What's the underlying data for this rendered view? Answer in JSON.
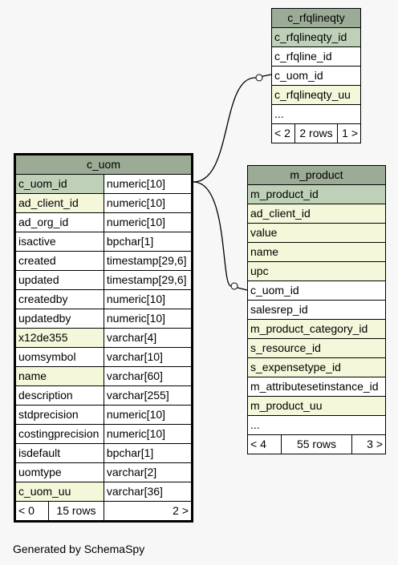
{
  "tables": {
    "c_uom": {
      "name": "c_uom",
      "columns": [
        {
          "name": "c_uom_id",
          "type": "numeric[10]",
          "style": "pk"
        },
        {
          "name": "ad_client_id",
          "type": "numeric[10]",
          "style": "idx"
        },
        {
          "name": "ad_org_id",
          "type": "numeric[10]",
          "style": ""
        },
        {
          "name": "isactive",
          "type": "bpchar[1]",
          "style": ""
        },
        {
          "name": "created",
          "type": "timestamp[29,6]",
          "style": ""
        },
        {
          "name": "updated",
          "type": "timestamp[29,6]",
          "style": ""
        },
        {
          "name": "createdby",
          "type": "numeric[10]",
          "style": ""
        },
        {
          "name": "updatedby",
          "type": "numeric[10]",
          "style": ""
        },
        {
          "name": "x12de355",
          "type": "varchar[4]",
          "style": "idx"
        },
        {
          "name": "uomsymbol",
          "type": "varchar[10]",
          "style": ""
        },
        {
          "name": "name",
          "type": "varchar[60]",
          "style": "idx"
        },
        {
          "name": "description",
          "type": "varchar[255]",
          "style": ""
        },
        {
          "name": "stdprecision",
          "type": "numeric[10]",
          "style": ""
        },
        {
          "name": "costingprecision",
          "type": "numeric[10]",
          "style": ""
        },
        {
          "name": "isdefault",
          "type": "bpchar[1]",
          "style": ""
        },
        {
          "name": "uomtype",
          "type": "varchar[2]",
          "style": ""
        },
        {
          "name": "c_uom_uu",
          "type": "varchar[36]",
          "style": "idx"
        }
      ],
      "footer": {
        "parents": "< 0",
        "rows": "15 rows",
        "children": "2 >"
      }
    },
    "c_rfqlineqty": {
      "name": "c_rfqlineqty",
      "columns": [
        {
          "name": "c_rfqlineqty_id",
          "style": "pk"
        },
        {
          "name": "c_rfqline_id",
          "style": ""
        },
        {
          "name": "c_uom_id",
          "style": ""
        },
        {
          "name": "c_rfqlineqty_uu",
          "style": "idx"
        },
        {
          "name": "...",
          "style": ""
        }
      ],
      "footer": {
        "parents": "< 2",
        "rows": "2 rows",
        "children": "1 >"
      }
    },
    "m_product": {
      "name": "m_product",
      "columns": [
        {
          "name": "m_product_id",
          "style": "pk"
        },
        {
          "name": "ad_client_id",
          "style": "idx"
        },
        {
          "name": "value",
          "style": "idx"
        },
        {
          "name": "name",
          "style": "idx"
        },
        {
          "name": "upc",
          "style": "idx"
        },
        {
          "name": "c_uom_id",
          "style": ""
        },
        {
          "name": "salesrep_id",
          "style": ""
        },
        {
          "name": "m_product_category_id",
          "style": "idx"
        },
        {
          "name": "s_resource_id",
          "style": "idx"
        },
        {
          "name": "s_expensetype_id",
          "style": "idx"
        },
        {
          "name": "m_attributesetinstance_id",
          "style": ""
        },
        {
          "name": "m_product_uu",
          "style": "idx"
        },
        {
          "name": "...",
          "style": ""
        }
      ],
      "footer": {
        "parents": "< 4",
        "rows": "55 rows",
        "children": "3 >"
      }
    }
  },
  "colors": {
    "title": "#9bab96",
    "primary_key": "#bed1b8",
    "indexed": "#f4f7da",
    "background": "#f7f7f7"
  },
  "footer_text": "Generated by SchemaSpy"
}
